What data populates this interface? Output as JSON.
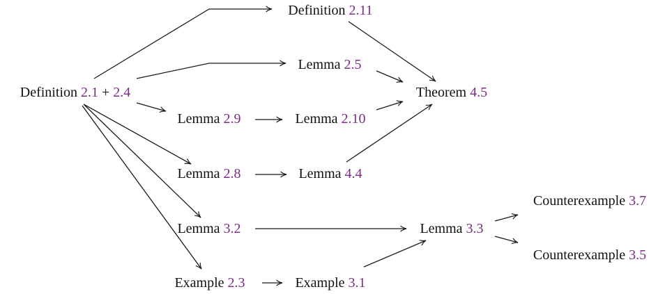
{
  "colors": {
    "text": "#111111",
    "reference": "#7b2c86",
    "edge": "#1a1a1a"
  },
  "nodes": [
    {
      "id": "def-2-1-2-4",
      "label": "Definition",
      "ref": "2.1",
      "joiner": " + ",
      "ref2": "2.4"
    },
    {
      "id": "def-2-11",
      "label": "Definition",
      "ref": "2.11"
    },
    {
      "id": "lem-2-5",
      "label": "Lemma",
      "ref": "2.5"
    },
    {
      "id": "thm-4-5",
      "label": "Theorem",
      "ref": "4.5"
    },
    {
      "id": "lem-2-9",
      "label": "Lemma",
      "ref": "2.9"
    },
    {
      "id": "lem-2-10",
      "label": "Lemma",
      "ref": "2.10"
    },
    {
      "id": "lem-2-8",
      "label": "Lemma",
      "ref": "2.8"
    },
    {
      "id": "lem-4-4",
      "label": "Lemma",
      "ref": "4.4"
    },
    {
      "id": "lem-3-2",
      "label": "Lemma",
      "ref": "3.2"
    },
    {
      "id": "lem-3-3",
      "label": "Lemma",
      "ref": "3.3"
    },
    {
      "id": "cex-3-7",
      "label": "Counterexample",
      "ref": "3.7"
    },
    {
      "id": "cex-3-5",
      "label": "Counterexample",
      "ref": "3.5"
    },
    {
      "id": "ex-2-3",
      "label": "Example",
      "ref": "2.3"
    },
    {
      "id": "ex-3-1",
      "label": "Example",
      "ref": "3.1"
    }
  ],
  "edges": [
    {
      "from": "def-2-1-2-4",
      "to": "def-2-11"
    },
    {
      "from": "def-2-1-2-4",
      "to": "lem-2-5"
    },
    {
      "from": "def-2-1-2-4",
      "to": "lem-2-9"
    },
    {
      "from": "def-2-1-2-4",
      "to": "lem-2-8"
    },
    {
      "from": "def-2-1-2-4",
      "to": "lem-3-2"
    },
    {
      "from": "def-2-1-2-4",
      "to": "ex-2-3"
    },
    {
      "from": "def-2-11",
      "to": "thm-4-5"
    },
    {
      "from": "lem-2-5",
      "to": "thm-4-5"
    },
    {
      "from": "lem-2-10",
      "to": "thm-4-5"
    },
    {
      "from": "lem-4-4",
      "to": "thm-4-5"
    },
    {
      "from": "lem-2-9",
      "to": "lem-2-10"
    },
    {
      "from": "lem-2-8",
      "to": "lem-4-4"
    },
    {
      "from": "lem-3-2",
      "to": "lem-3-3"
    },
    {
      "from": "ex-2-3",
      "to": "ex-3-1"
    },
    {
      "from": "ex-3-1",
      "to": "lem-3-3"
    },
    {
      "from": "lem-3-3",
      "to": "cex-3-7"
    },
    {
      "from": "lem-3-3",
      "to": "cex-3-5"
    }
  ]
}
